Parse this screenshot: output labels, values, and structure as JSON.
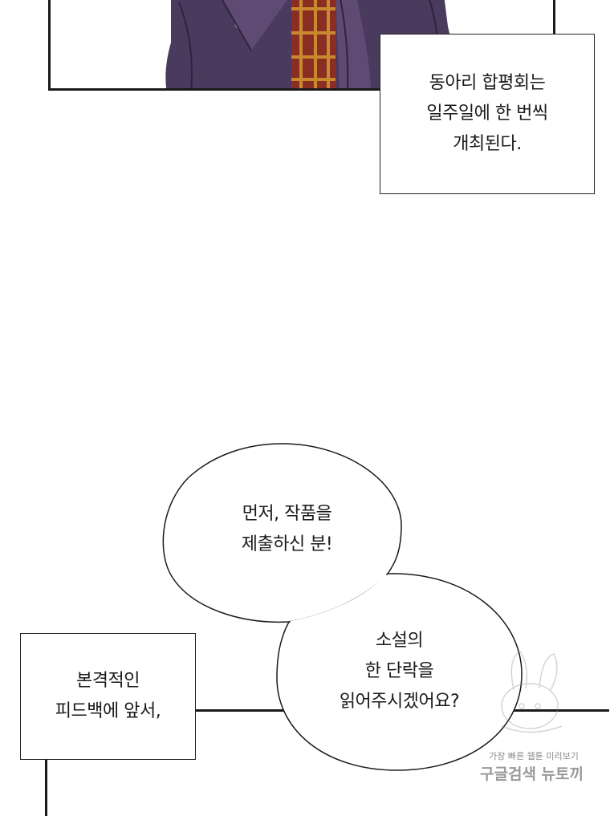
{
  "caption_top": {
    "lines": [
      "동아리 합평회는",
      "일주일에 한 번씩",
      "개최된다."
    ]
  },
  "bubble_upper": {
    "lines": [
      "먼저, 작품을",
      "제출하신 분!"
    ]
  },
  "bubble_lower": {
    "lines": [
      "소설의",
      "한 단락을",
      "읽어주시겠어요?"
    ]
  },
  "caption_bottom": {
    "lines": [
      "본격적인",
      "피드백에 앞서,"
    ]
  },
  "watermark": {
    "small": "가장 빠른 웹툰 미리보기",
    "large": "구글검색 뉴토끼"
  },
  "colors": {
    "cloth_dark": "#4a3a5e",
    "cloth_mid": "#5f4a73",
    "scarf_red": "#8a2e24",
    "scarf_gold": "#c98a2f"
  }
}
